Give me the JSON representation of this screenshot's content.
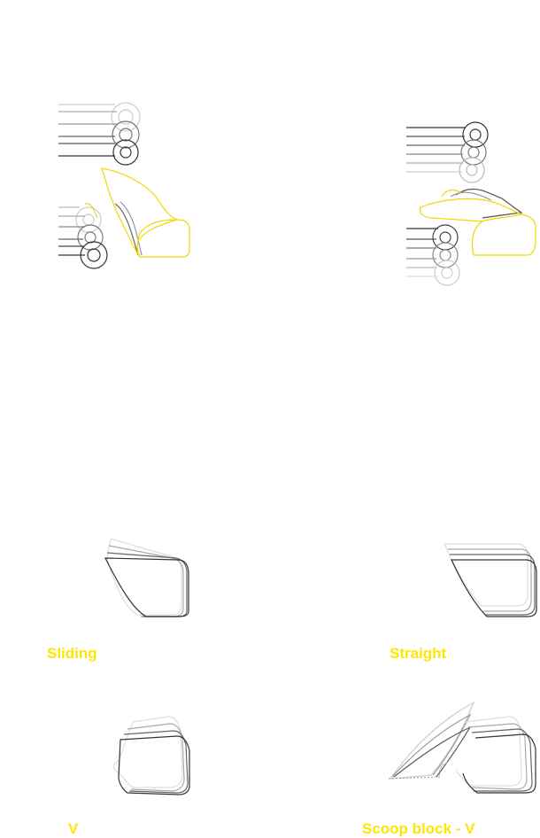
{
  "labels": {
    "sliding": "Sliding",
    "straight": "Straight",
    "v": "V",
    "scoop_block_v": "Scoop block - V"
  },
  "colors": {
    "label": "#ffe600",
    "hand_outline": "#f2d800",
    "stroke_dark": "#333333",
    "stroke_mid": "#777777",
    "stroke_light": "#bbbbbb"
  },
  "icons": [
    "hand-scoop-figure-left",
    "hand-scoop-figure-right",
    "sliding-motion-figure",
    "straight-motion-figure",
    "v-motion-figure",
    "scoop-block-v-figure"
  ]
}
